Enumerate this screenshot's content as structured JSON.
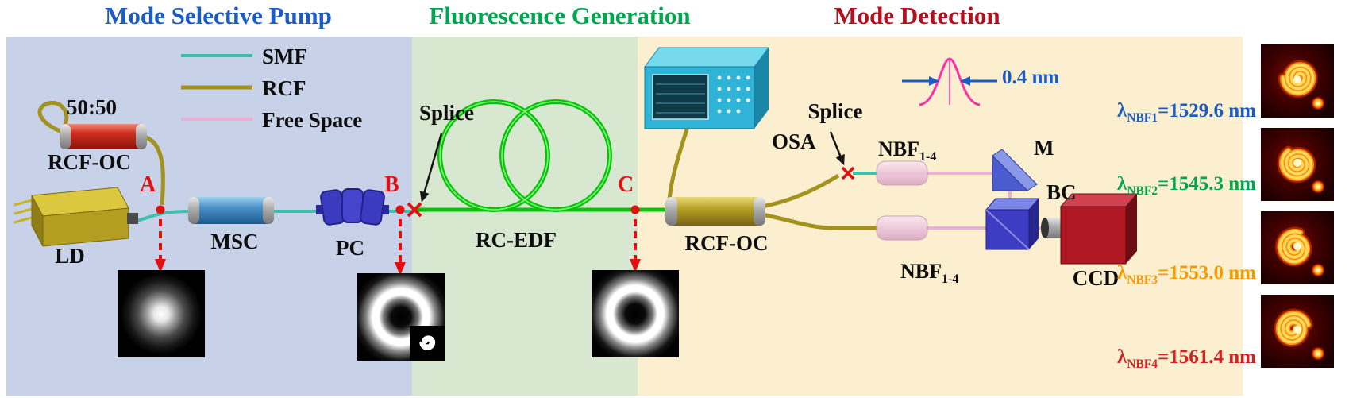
{
  "headers": {
    "pump": "Mode Selective Pump",
    "fluorescence": "Fluorescence Generation",
    "detection": "Mode Detection"
  },
  "legend": {
    "smf": "SMF",
    "rcf": "RCF",
    "free_space": "Free Space"
  },
  "pump_section": {
    "ratio": "50:50",
    "rcf_oc": "RCF-OC",
    "ld": "LD",
    "msc": "MSC",
    "pc": "PC",
    "point_a": "A"
  },
  "fluorescence_section": {
    "splice": "Splice",
    "point_b": "B",
    "rc_edf": "RC-EDF",
    "point_c": "C"
  },
  "detection_section": {
    "osa": "OSA",
    "rcf_oc": "RCF-OC",
    "splice": "Splice",
    "nbf_main": "NBF",
    "nbf_sub": "1-4",
    "mirror": "M",
    "bc": "BC",
    "nbf2_main": "NBF",
    "nbf2_sub": "1-4",
    "ccd": "CCD",
    "bandwidth": "0.4 nm"
  },
  "wavelengths": [
    {
      "lambda": "λ",
      "sub": "NBF1",
      "value": "=1529.6 nm",
      "color": "#1b5bc4"
    },
    {
      "lambda": "λ",
      "sub": "NBF2",
      "value": "=1545.3 nm",
      "color": "#00a550"
    },
    {
      "lambda": "λ",
      "sub": "NBF3",
      "value": "=1553.0 nm",
      "color": "#f59a00"
    },
    {
      "lambda": "λ",
      "sub": "NBF4",
      "value": "=1561.4 nm",
      "color": "#d42020"
    }
  ],
  "colors": {
    "header_pump": "#1b5bc4",
    "header_fluorescence": "#00a550",
    "header_detection": "#b40f1e",
    "region_pump": "#c7d1e8",
    "region_fluorescence": "#d7e7d0",
    "region_detection": "#fcefd0",
    "smf_fiber": "#3fc0ae",
    "rcf_fiber": "#a3921d",
    "free_space": "#eab0d4",
    "edf_fiber": "#0cc00c",
    "marker_red": "#e21010"
  }
}
